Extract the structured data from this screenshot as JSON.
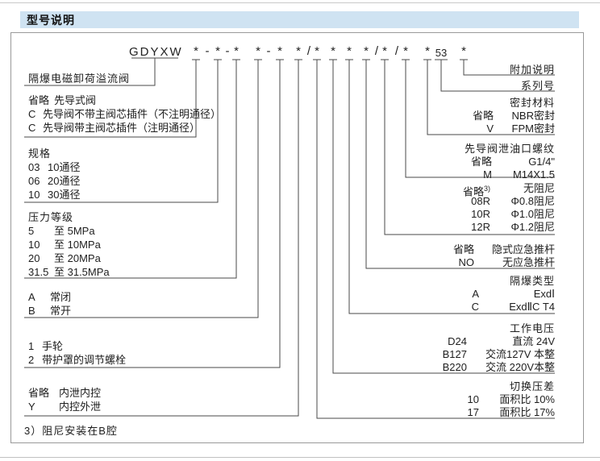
{
  "header": {
    "title": "型号说明"
  },
  "model_code": {
    "prefix": "GDYXW",
    "symbols": [
      "*",
      "-",
      "*",
      "-",
      "*",
      "*",
      "-",
      "*",
      "*",
      "/",
      "*",
      "*",
      "*",
      "*",
      "/",
      "*",
      "/",
      "*",
      "*",
      "53",
      "*"
    ]
  },
  "left_sections": {
    "product": {
      "label": "隔爆电磁卸荷溢流阀"
    },
    "pilot": {
      "rows": [
        {
          "code": "省略",
          "label": "先导式阀"
        },
        {
          "code": "C",
          "label": "先导阀不带主阀芯插件（不注明通径）"
        },
        {
          "code": "C",
          "label": "先导阀带主阀芯插件（注明通径）"
        }
      ]
    },
    "size": {
      "title": "规格",
      "rows": [
        {
          "code": "03",
          "label": "10通径"
        },
        {
          "code": "06",
          "label": "20通径"
        },
        {
          "code": "10",
          "label": "30通径"
        }
      ]
    },
    "pressure": {
      "title": "压力等级",
      "rows": [
        {
          "code": "5",
          "label": "至 5MPa"
        },
        {
          "code": "10",
          "label": "至 10MPa"
        },
        {
          "code": "20",
          "label": "至 20MPa"
        },
        {
          "code": "31.5",
          "label": "至 31.5MPa"
        }
      ]
    },
    "valve_state": {
      "rows": [
        {
          "code": "A",
          "label": "常闭"
        },
        {
          "code": "B",
          "label": "常开"
        }
      ]
    },
    "adjustment": {
      "rows": [
        {
          "code": "1",
          "label": "手轮"
        },
        {
          "code": "2",
          "label": "带护罩的调节螺栓"
        }
      ]
    },
    "control_drain": {
      "rows": [
        {
          "code": "省略",
          "label": "内泄内控"
        },
        {
          "code": "Y",
          "label": "内控外泄"
        }
      ]
    }
  },
  "right_sections": {
    "additional": {
      "title": "附加说明"
    },
    "series": {
      "title": "系列号"
    },
    "seal": {
      "title": "密封材料",
      "rows": [
        {
          "code": "省略",
          "label": "NBR密封"
        },
        {
          "code": "V",
          "label": "FPM密封"
        }
      ]
    },
    "drain_thread": {
      "title": "先导阀泄油口螺纹",
      "rows": [
        {
          "code": "省略",
          "label": "G1/4\""
        },
        {
          "code": "M",
          "label": "M14X1.5"
        }
      ]
    },
    "damping": {
      "rows": [
        {
          "code": "省略",
          "sup": "3)",
          "label": "无阻尼"
        },
        {
          "code": "08R",
          "label": "Φ0.8阻尼"
        },
        {
          "code": "10R",
          "label": "Φ1.0阻尼"
        },
        {
          "code": "12R",
          "label": "Φ1.2阻尼"
        }
      ]
    },
    "push_rod": {
      "rows": [
        {
          "code": "省略",
          "label": "隐式应急推杆"
        },
        {
          "code": "NO",
          "label": "无应急推杆"
        }
      ]
    },
    "exd_type": {
      "title": "隔爆类型",
      "rows": [
        {
          "code": "A",
          "label": "ExdⅠ"
        },
        {
          "code": "C",
          "label": "ExdⅡC T4"
        }
      ]
    },
    "voltage": {
      "title": "工作电压",
      "rows": [
        {
          "code": "D24",
          "label": "直流 24V"
        },
        {
          "code": "B127",
          "label": "交流127V 本整"
        },
        {
          "code": "B220",
          "label": "交流 220V本整"
        }
      ]
    },
    "switch_diff": {
      "title": "切换压差",
      "rows": [
        {
          "code": "10",
          "label": "面积比  10%"
        },
        {
          "code": "17",
          "label": "面积比  17%"
        }
      ]
    }
  },
  "footnote": "3）阻尼安装在B腔",
  "colors": {
    "header_bg": "#cfe3f2",
    "line": "#4a4a4a",
    "text": "#1e1e1e"
  }
}
